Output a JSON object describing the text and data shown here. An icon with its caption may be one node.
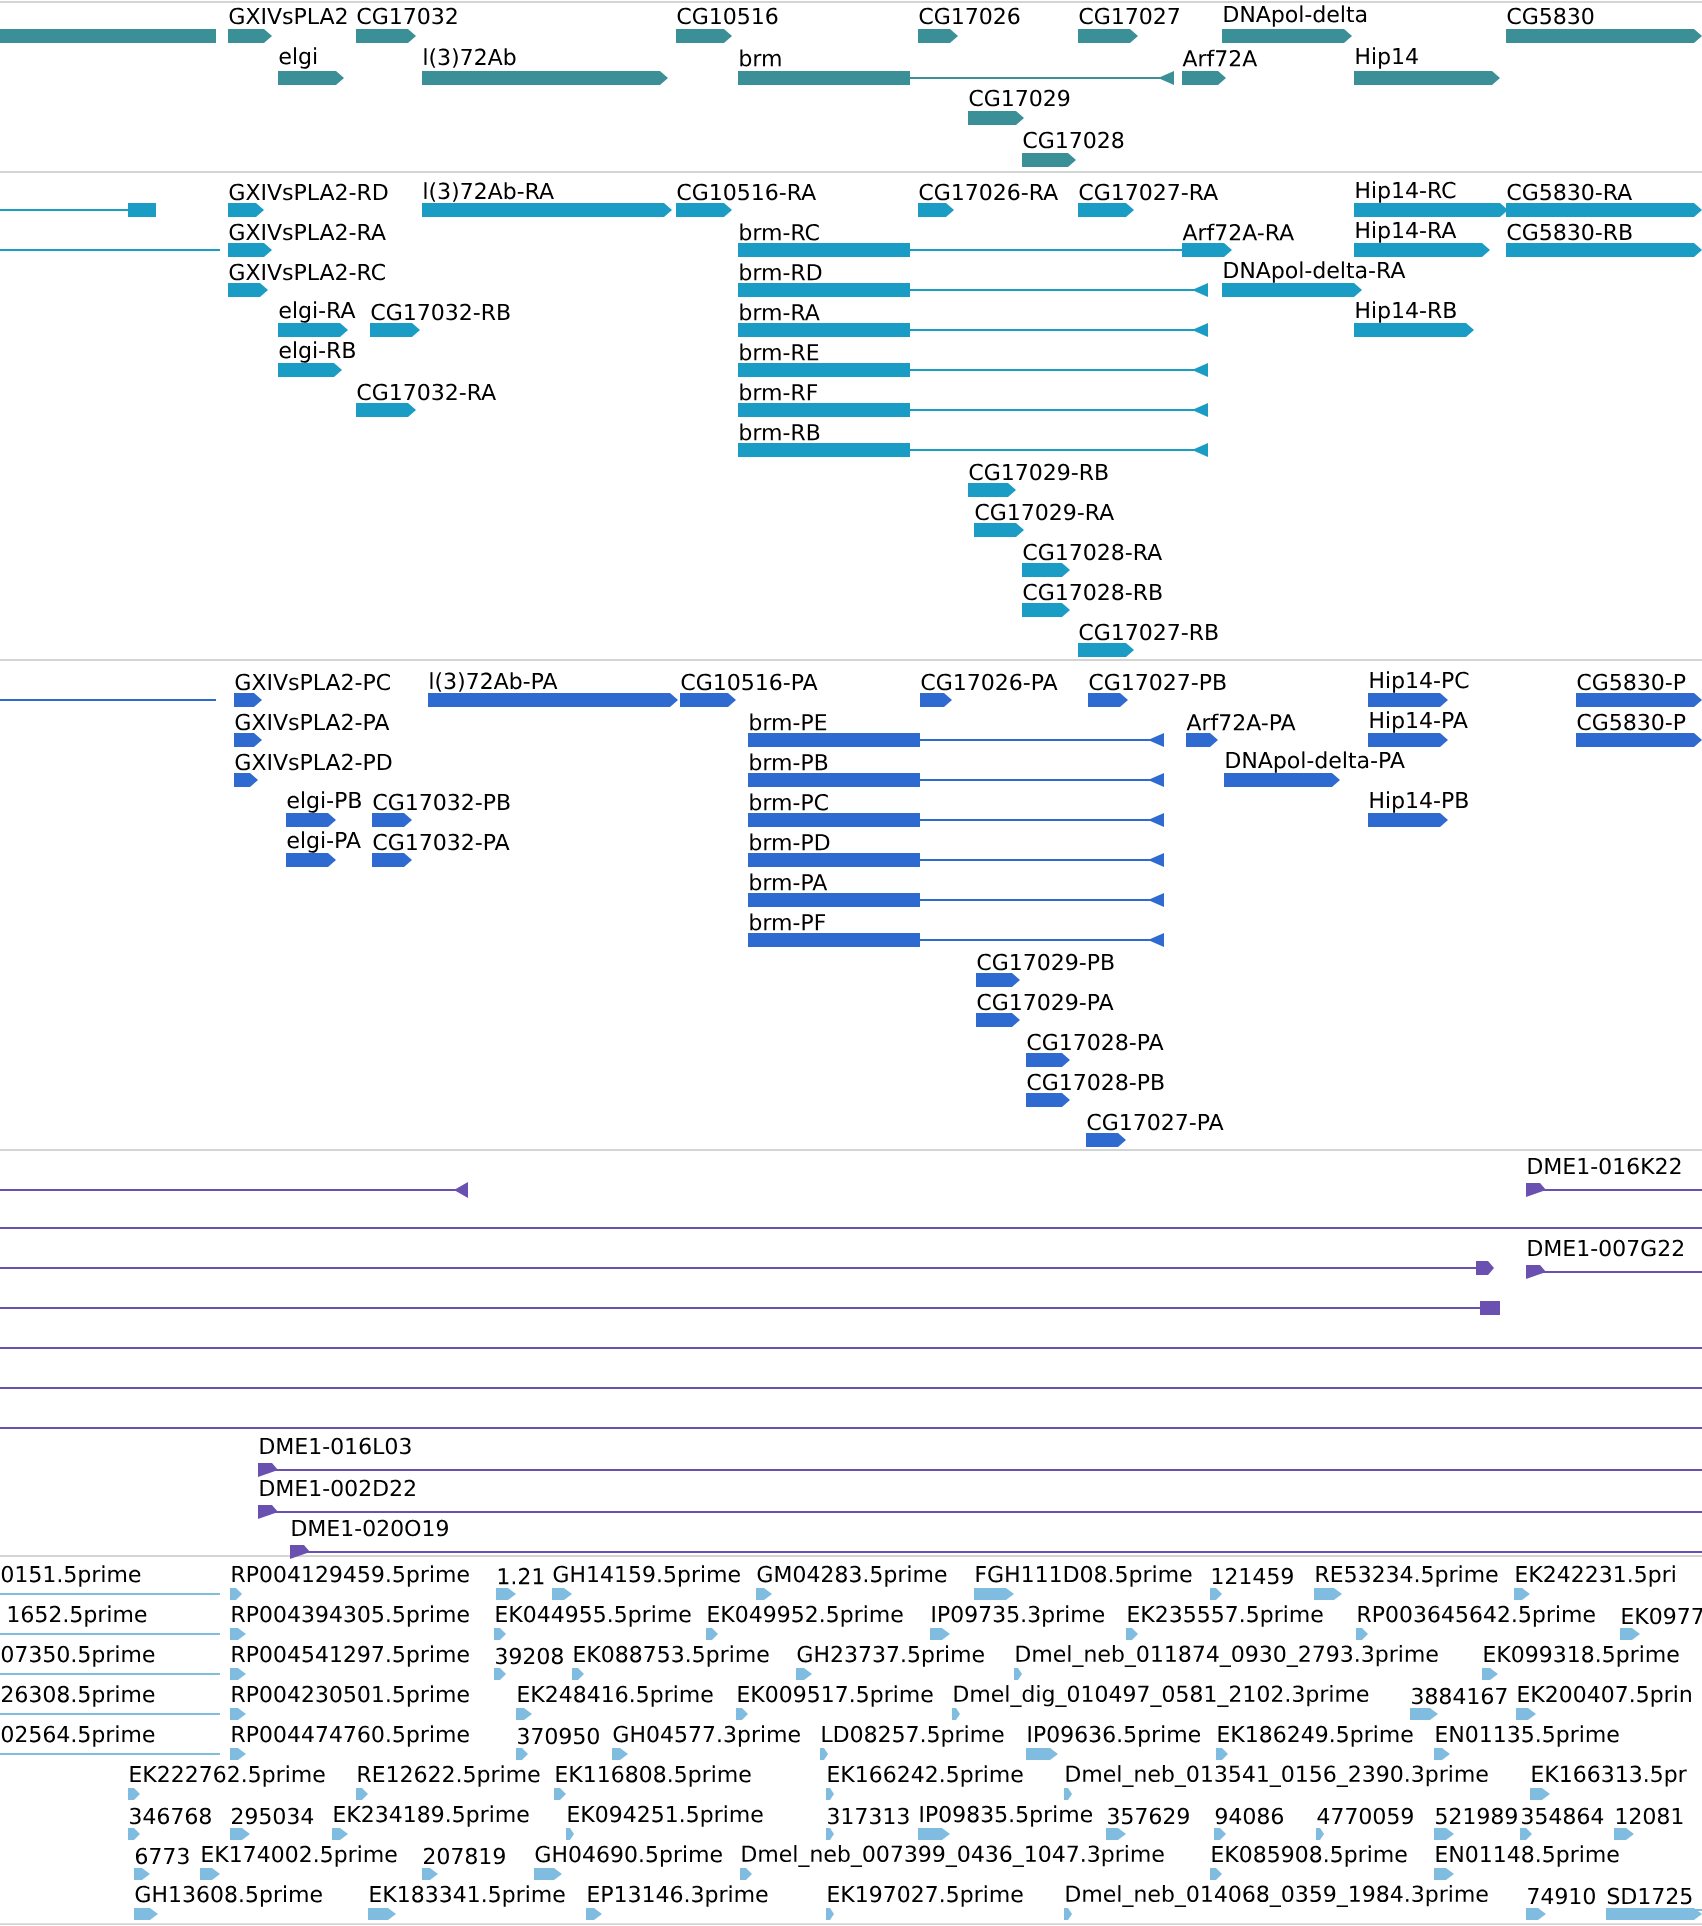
{
  "diagram": {
    "labels": [
      "GXIVsPLA2",
      "CG17032",
      "CG10516",
      "CG17026",
      "CG17027",
      "DNApol-delta",
      "CG5830",
      "elgi",
      "l(3)72Ab",
      "brm",
      "Arf72A",
      "Hip14",
      "CG17029",
      "CG17028",
      "GXIVsPLA2-RD",
      "l(3)72Ab-RA",
      "CG10516-RA",
      "CG17026-RA",
      "CG17027-RA",
      "Hip14-RC",
      "CG5830-RA",
      "GXIVsPLA2-RA",
      "brm-RC",
      "Arf72A-RA",
      "Hip14-RA",
      "CG5830-RB",
      "GXIVsPLA2-RC",
      "brm-RD",
      "DNApol-delta-RA",
      "elgi-RA",
      "CG17032-RB",
      "brm-RA",
      "Hip14-RB",
      "elgi-RB",
      "brm-RE",
      "CG17032-RA",
      "brm-RF",
      "brm-RB",
      "CG17029-RB",
      "CG17029-RA",
      "CG17028-RA",
      "CG17028-RB",
      "CG17027-RB",
      "GXIVsPLA2-PC",
      "l(3)72Ab-PA",
      "CG10516-PA",
      "CG17026-PA",
      "CG17027-PB",
      "Hip14-PC",
      "CG5830-P",
      "GXIVsPLA2-PA",
      "brm-PE",
      "Arf72A-PA",
      "Hip14-PA",
      "CG5830-P",
      "GXIVsPLA2-PD",
      "brm-PB",
      "DNApol-delta-PA",
      "elgi-PB",
      "CG17032-PB",
      "brm-PC",
      "Hip14-PB",
      "elgi-PA",
      "CG17032-PA",
      "brm-PD",
      "brm-PA",
      "brm-PF",
      "CG17029-PB",
      "CG17029-PA",
      "CG17028-PA",
      "CG17028-PB",
      "CG17027-PA",
      "DME1-016K22",
      "DME1-007G22",
      "DME1-016L03",
      "DME1-002D22",
      "DME1-020O19",
      "0151.5prime",
      "RP004129459.5prime",
      "1.21",
      "GH14159.5prime",
      "GM04283.5prime",
      "FGH111D08.5prime",
      "121459",
      "RE53234.5prime",
      "EK242231.5pri",
      "1652.5prime",
      "RP004394305.5prime",
      "EK044955.5prime",
      "EK049952.5prime",
      "IP09735.3prime",
      "EK235557.5prime",
      "RP003645642.5prime",
      "EK0977",
      "07350.5prime",
      "RP004541297.5prime",
      "39208",
      "EK088753.5prime",
      "GH23737.5prime",
      "Dmel_neb_011874_0930_2793.3prime",
      "EK099318.5prime",
      "26308.5prime",
      "RP004230501.5prime",
      "EK248416.5prime",
      "EK009517.5prime",
      "Dmel_dig_010497_0581_2102.3prime",
      "3884167",
      "EK200407.5prin",
      "02564.5prime",
      "RP004474760.5prime",
      "370950",
      "GH04577.3prime",
      "LD08257.5prime",
      "IP09636.5prime",
      "EK186249.5prime",
      "EN01135.5prime",
      "EK222762.5prime",
      "RE12622.5prime",
      "EK116808.5prime",
      "EK166242.5prime",
      "Dmel_neb_013541_0156_2390.3prime",
      "EK166313.5pr",
      "346768",
      "295034",
      "EK234189.5prime",
      "EK094251.5prime",
      "317313",
      "IP09835.5prime",
      "357629",
      "94086",
      "4770059",
      "521989",
      "354864",
      "12081",
      "6773",
      "EK174002.5prime",
      "207819",
      "GH04690.5prime",
      "Dmel_neb_007399_0436_1047.3prime",
      "EK085908.5prime",
      "EN01148.5prime",
      "GH13608.5prime",
      "EK183341.5prime",
      "EP13146.3prime",
      "EK197027.5prime",
      "Dmel_neb_014068_0359_1984.3prime",
      "74910",
      "SD1725"
    ]
  }
}
